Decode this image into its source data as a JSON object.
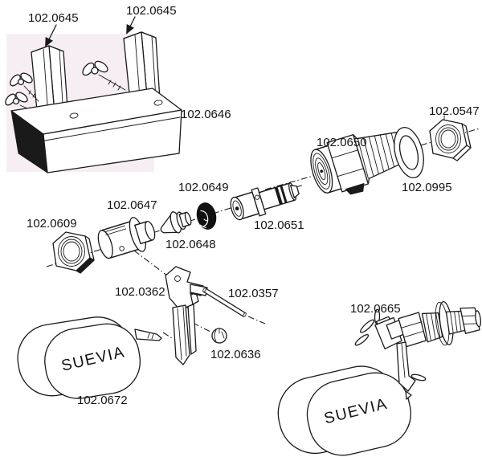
{
  "diagram": {
    "brand_left": "SUEVIA",
    "brand_right": "SUEVIA",
    "part_labels": {
      "clamp_a": "102.0645",
      "clamp_b": "102.0645",
      "bracket": "102.0646",
      "nut_right": "102.0547",
      "valve_body": "102.0650",
      "washer": "102.0995",
      "disc": "102.0649",
      "housing": "102.0647",
      "nut_left": "102.0609",
      "pin": "102.0651",
      "cone": "102.0648",
      "lever": "102.0362",
      "rod": "102.0357",
      "assembly": "102.0665",
      "cap": "102.0636",
      "float": "102.0672"
    },
    "colors": {
      "line": "#1a1a1a",
      "text": "#131313",
      "disc_fill": "#111111",
      "panel_tint": "#f7eef3"
    }
  }
}
